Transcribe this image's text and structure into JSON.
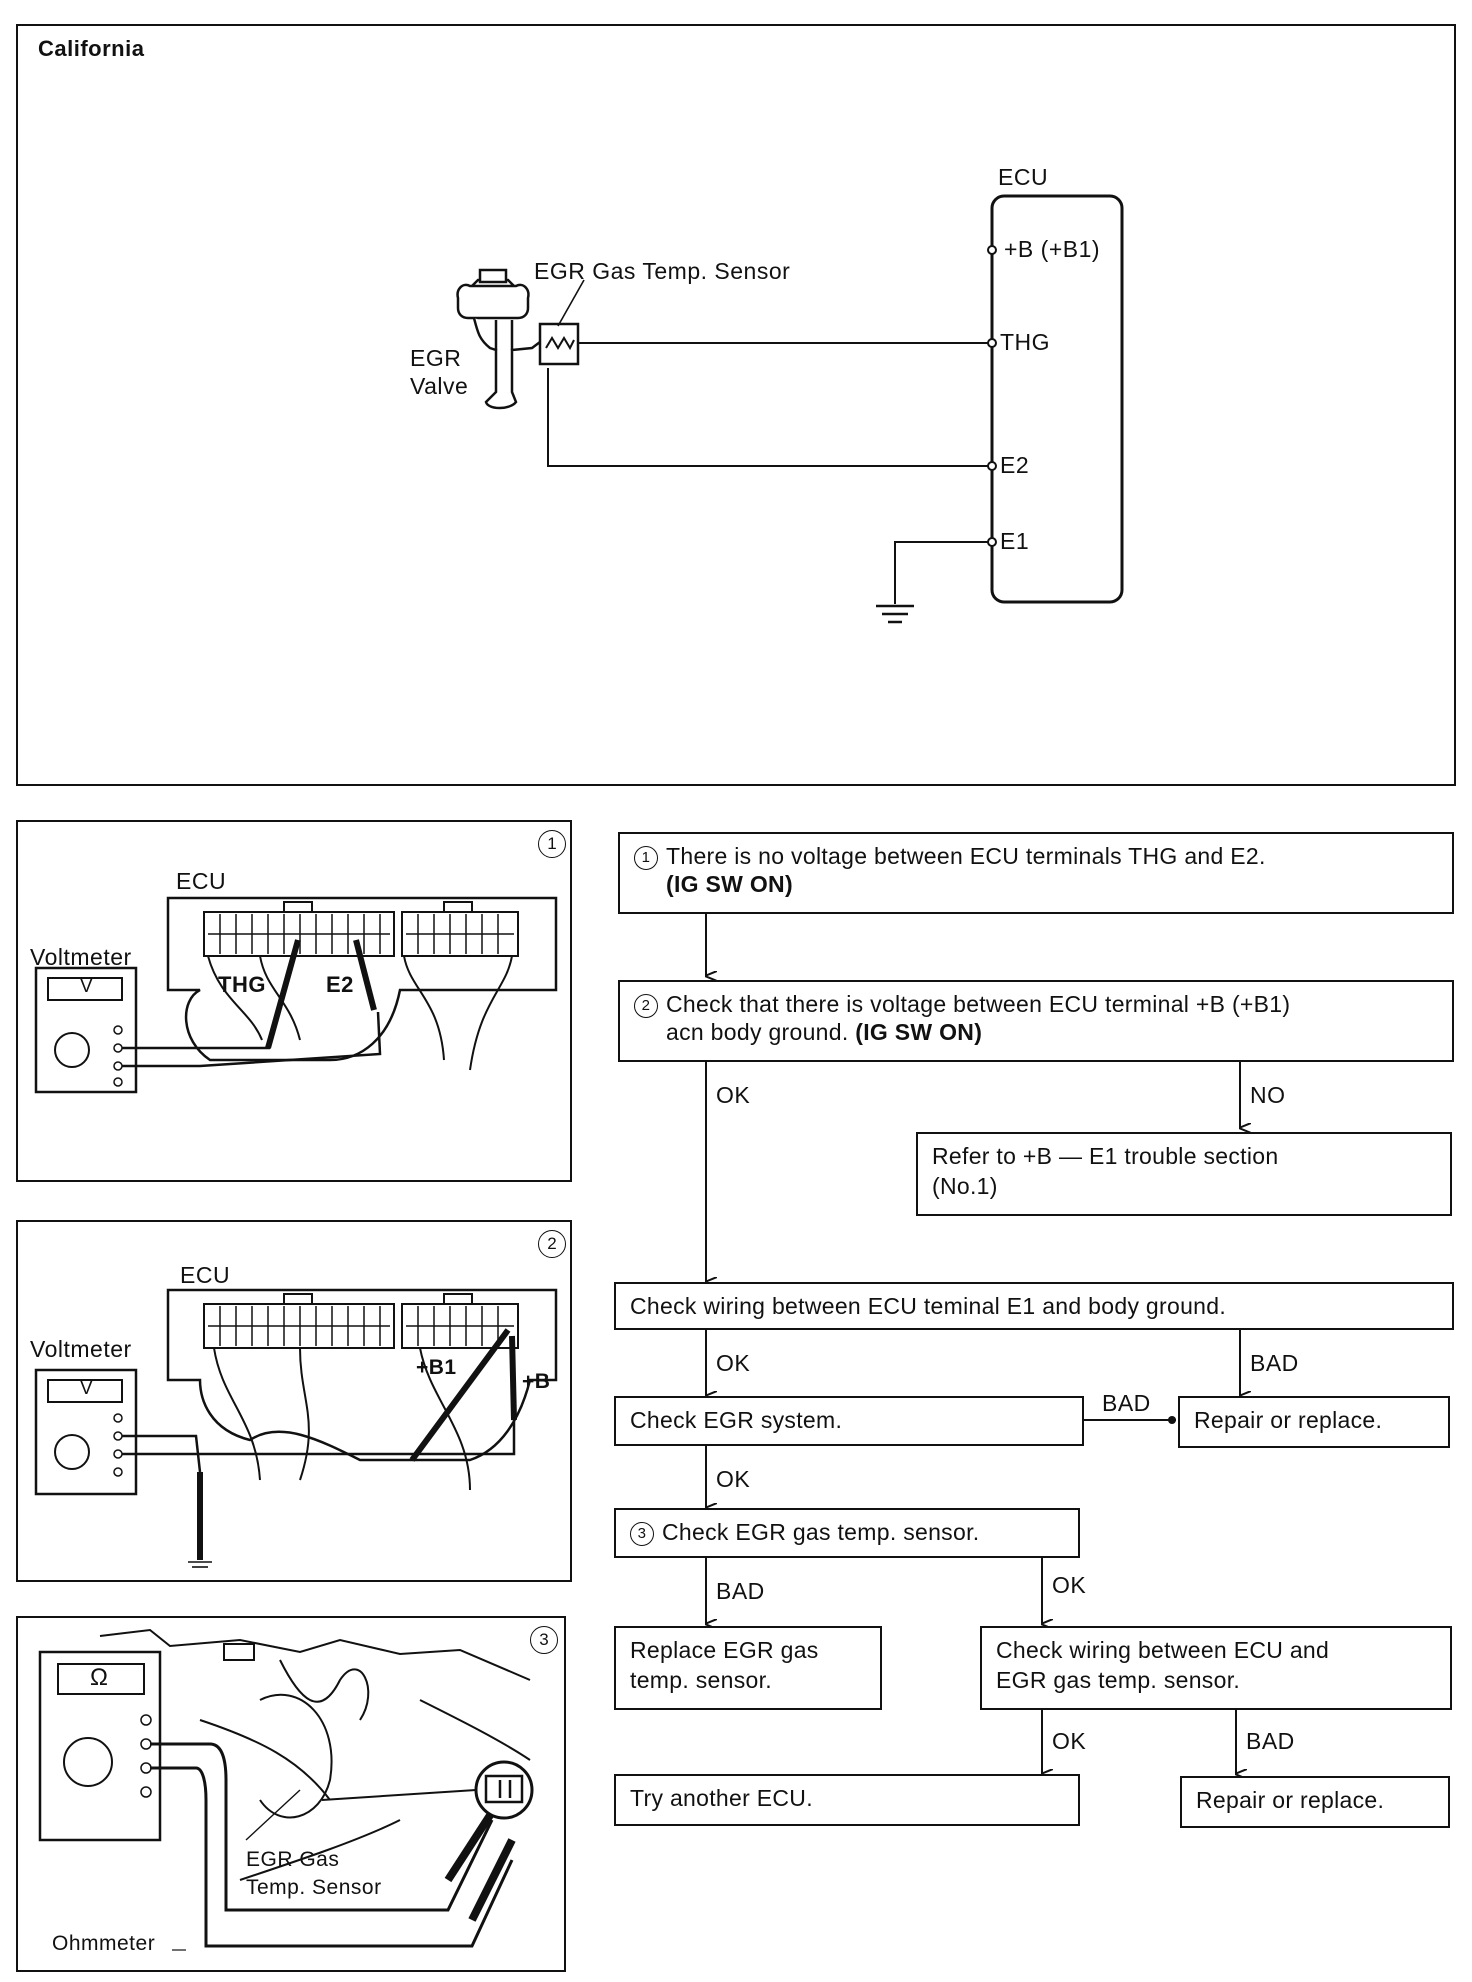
{
  "wiring": {
    "title": "California",
    "ecu_label": "ECU",
    "terminals": [
      "+B (+B1)",
      "THG",
      "E2",
      "E1"
    ],
    "sensor_label": "EGR Gas Temp. Sensor",
    "valve_label_1": "EGR",
    "valve_label_2": "Valve"
  },
  "panel1": {
    "step": "1",
    "ecu_label": "ECU",
    "meter_label": "Voltmeter",
    "meter_face": "V",
    "probe_labels": [
      "THG",
      "E2"
    ]
  },
  "panel2": {
    "step": "2",
    "ecu_label": "ECU",
    "meter_label": "Voltmeter",
    "meter_face": "V",
    "probe_labels": [
      "+B1",
      "+B"
    ]
  },
  "panel3": {
    "step": "3",
    "meter_label": "Ohmmeter",
    "meter_face": "Ω",
    "sensor_label_1": "EGR Gas",
    "sensor_label_2": "Temp. Sensor"
  },
  "flow": {
    "step1": {
      "num": "1",
      "text": "There is no voltage between ECU terminals THG and E2.",
      "cond": "(IG SW ON)"
    },
    "step2": {
      "num": "2",
      "text_1": "Check that there is voltage between ECU terminal +B (+B1)",
      "text_2": "acn body ground.",
      "cond": "(IG SW ON)"
    },
    "refer": {
      "text_1": "Refer to +B — E1 trouble section",
      "text_2": "(No.1)"
    },
    "check_e1": "Check wiring between ECU teminal E1 and body ground.",
    "check_egr": "Check EGR system.",
    "repair_1": "Repair or replace.",
    "step3": {
      "num": "3",
      "text": "Check EGR gas temp. sensor."
    },
    "replace": {
      "text_1": "Replace EGR gas",
      "text_2": "temp. sensor."
    },
    "check_wiring": {
      "text_1": "Check wiring between ECU and",
      "text_2": "EGR gas temp. sensor."
    },
    "try_ecu": "Try another ECU.",
    "repair_2": "Repair or replace.",
    "labels": {
      "ok": "OK",
      "no": "NO",
      "bad": "BAD"
    }
  }
}
